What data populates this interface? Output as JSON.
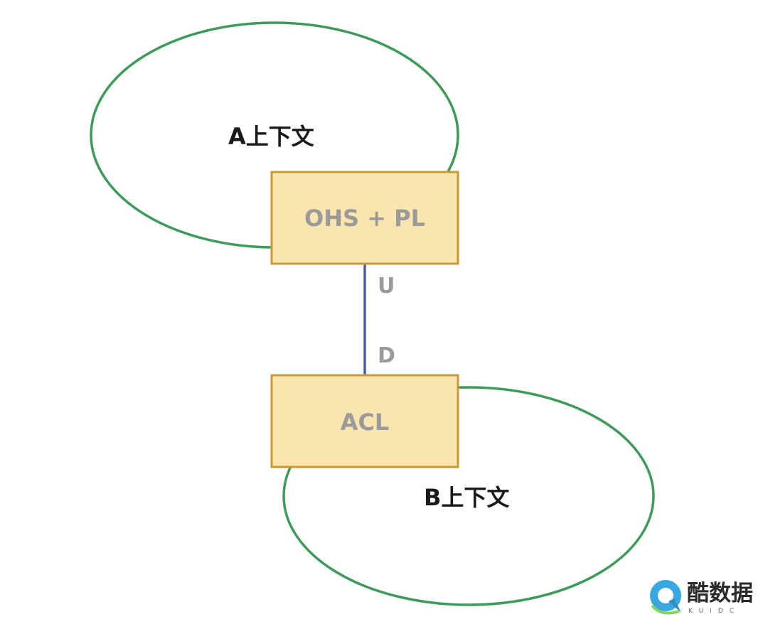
{
  "diagram": {
    "contexts": [
      {
        "id": "context-a",
        "label": "A上下文"
      },
      {
        "id": "context-b",
        "label": "B上下文"
      }
    ],
    "boxes": [
      {
        "id": "box-ohs-pl",
        "label": "OHS + PL"
      },
      {
        "id": "box-acl",
        "label": "ACL"
      }
    ],
    "link": {
      "upstream_label": "U",
      "downstream_label": "D"
    }
  },
  "watermark": {
    "text": "酷数据",
    "subtext": "KUIDC"
  },
  "colors": {
    "ellipse_stroke": "#3e9a5a",
    "box_fill": "#fbe5ae",
    "box_stroke": "#c69a3a",
    "link_stroke": "#4a5aa8",
    "watermark_icon": "#3aa8e0"
  }
}
